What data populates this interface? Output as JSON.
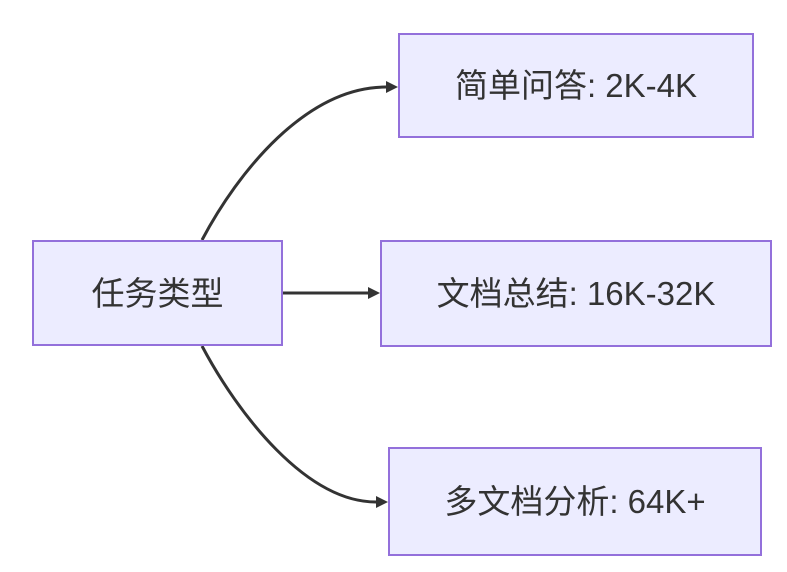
{
  "diagram": {
    "type": "flowchart-left-to-right",
    "root": {
      "label": "任务类型"
    },
    "nodes": [
      {
        "id": "simple-qa",
        "label": "简单问答: 2K-4K"
      },
      {
        "id": "doc-summary",
        "label": "文档总结: 16K-32K"
      },
      {
        "id": "multi-doc",
        "label": "多文档分析: 64K+"
      }
    ],
    "edges": [
      {
        "from": "任务类型",
        "to": "简单问答: 2K-4K",
        "style": "curved-up"
      },
      {
        "from": "任务类型",
        "to": "文档总结: 16K-32K",
        "style": "straight"
      },
      {
        "from": "任务类型",
        "to": "多文档分析: 64K+",
        "style": "curved-down"
      }
    ]
  },
  "colors": {
    "background": "#FFFFFF",
    "node_fill": "#ECECFF",
    "node_border": "#9370DB",
    "text": "#333333",
    "edge": "#333333"
  }
}
